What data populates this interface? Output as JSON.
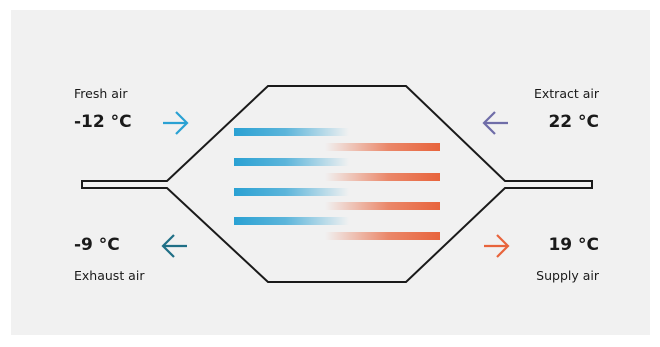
{
  "fresh_air": {
    "label": "Fresh air",
    "temp": "-12 °C",
    "arrow_icon": "arrow-right-icon",
    "color": "#2aa1d3"
  },
  "extract_air": {
    "label": "Extract air",
    "temp": "22 °C",
    "arrow_icon": "arrow-left-icon",
    "color": "#6f6da8"
  },
  "exhaust_air": {
    "label": "Exhaust air",
    "temp": "-9 °C",
    "arrow_icon": "arrow-left-icon",
    "color": "#1f6f86"
  },
  "supply_air": {
    "label": "Supply air",
    "temp": "19 °C",
    "arrow_icon": "arrow-right-icon",
    "color": "#e8643c"
  },
  "colors": {
    "cold": "#2aa1d3",
    "warm": "#e8643c",
    "outline": "#1a1a1a",
    "background": "#f1f1f1"
  }
}
